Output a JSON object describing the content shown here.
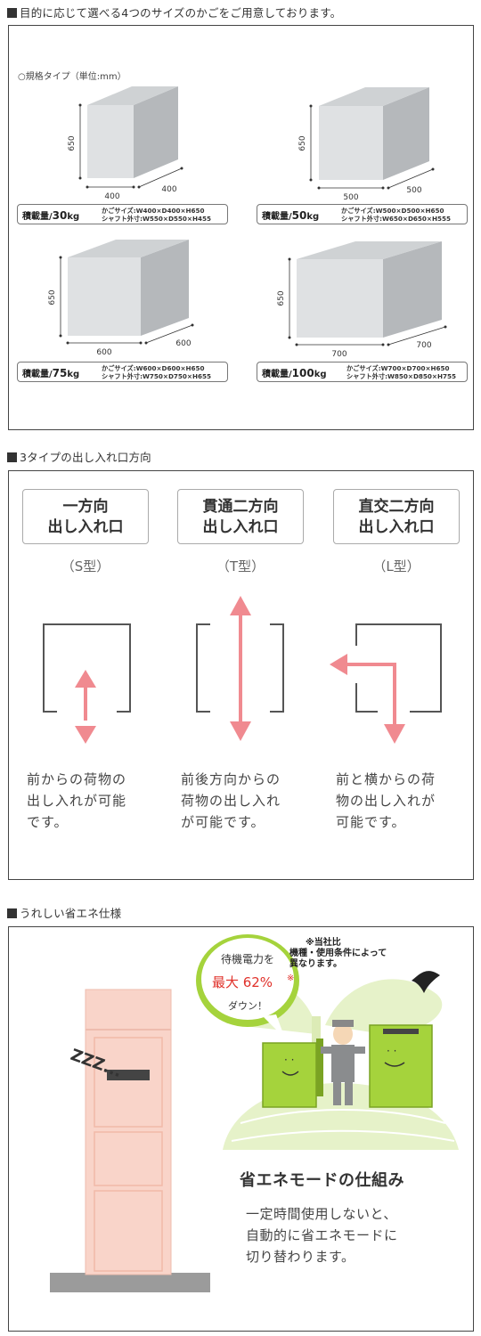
{
  "section1": {
    "heading": "目的に応じて選べる4つのサイズのかごをご用意しております。",
    "standard_type": "○規格タイプ（単位:mm）",
    "boxes": [
      {
        "height": "650",
        "width": "400",
        "depth": "400",
        "load_label": "積載量/",
        "load_value": "30",
        "load_unit": "kg",
        "cage_size": "かごサイズ:W400×D400×H650",
        "shaft_size": "シャフト外寸:W550×D550×H455"
      },
      {
        "height": "650",
        "width": "500",
        "depth": "500",
        "load_label": "積載量/",
        "load_value": "50",
        "load_unit": "kg",
        "cage_size": "かごサイズ:W500×D500×H650",
        "shaft_size": "シャフト外寸:W650×D650×H555"
      },
      {
        "height": "650",
        "width": "600",
        "depth": "600",
        "load_label": "積載量/",
        "load_value": "75",
        "load_unit": "kg",
        "cage_size": "かごサイズ:W600×D600×H650",
        "shaft_size": "シャフト外寸:W750×D750×H655"
      },
      {
        "height": "650",
        "width": "700",
        "depth": "700",
        "load_label": "積載量/",
        "load_value": "100",
        "load_unit": "kg",
        "cage_size": "かごサイズ:W700×D700×H650",
        "shaft_size": "シャフト外寸:W850×D850×H755"
      }
    ]
  },
  "section2": {
    "heading": "3タイプの出し入れ口方向",
    "types": [
      {
        "line1": "一方向",
        "line2": "出し入れ口",
        "code": "（S型）",
        "desc1": "前からの荷物の",
        "desc2": "出し入れが可能",
        "desc3": "です。"
      },
      {
        "line1": "貫通二方向",
        "line2": "出し入れ口",
        "code": "（T型）",
        "desc1": "前後方向からの",
        "desc2": "荷物の出し入れ",
        "desc3": "が可能です。"
      },
      {
        "line1": "直交二方向",
        "line2": "出し入れ口",
        "code": "（L型）",
        "desc1": "前と横からの荷",
        "desc2": "物の出し入れが",
        "desc3": "可能です。"
      }
    ]
  },
  "section3": {
    "heading": "うれしい省エネ仕様",
    "note_line1": "※当社比",
    "note_line2": "機種・使用条件によって",
    "note_line3": "異なります。",
    "bubble_line1": "待機電力を",
    "bubble_max": "最大 62%",
    "bubble_mark": "※",
    "bubble_line3": "ダウン！",
    "zzz": "ZZZ...",
    "eco_title": "省エネモードの仕組み",
    "eco_desc1": "一定時間使用しないと、",
    "eco_desc2": "自動的に省エネモードに",
    "eco_desc3": "切り替わります。"
  },
  "colors": {
    "arrow": "#f08a90",
    "box_front": "#dfe1e3",
    "box_side": "#b5b8bb",
    "green": "#a5d33c",
    "pink_elevator": "#f9d4c9",
    "red_text": "#e0312a"
  }
}
